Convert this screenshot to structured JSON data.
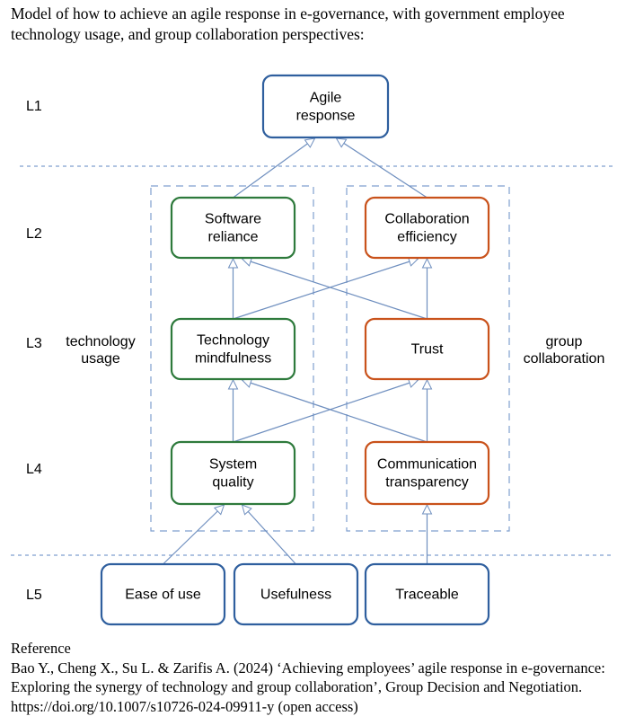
{
  "title": "Model of how to achieve an agile response in e-governance, with government employee technology usage, and group collaboration perspectives:",
  "levels": {
    "l1": "L1",
    "l2": "L2",
    "l3": "L3",
    "l4": "L4",
    "l5": "L5"
  },
  "groups": {
    "technology_usage": [
      "technology",
      "usage"
    ],
    "group_collaboration": [
      "group",
      "collaboration"
    ]
  },
  "nodes": {
    "agile_response": {
      "lines": [
        "Agile",
        "response"
      ],
      "color": "#2f5f9e"
    },
    "software_reliance": {
      "lines": [
        "Software",
        "reliance"
      ],
      "color": "#2e7a3c"
    },
    "collaboration_efficiency": {
      "lines": [
        "Collaboration",
        "efficiency"
      ],
      "color": "#c9521b"
    },
    "technology_mindfulness": {
      "lines": [
        "Technology",
        "mindfulness"
      ],
      "color": "#2e7a3c"
    },
    "trust": {
      "lines": [
        "Trust"
      ],
      "color": "#c9521b"
    },
    "system_quality": {
      "lines": [
        "System",
        "quality"
      ],
      "color": "#2e7a3c"
    },
    "communication_transparency": {
      "lines": [
        "Communication",
        "transparency"
      ],
      "color": "#c9521b"
    },
    "ease_of_use": {
      "lines": [
        "Ease of use"
      ],
      "color": "#2f5f9e"
    },
    "usefulness": {
      "lines": [
        "Usefulness"
      ],
      "color": "#2f5f9e"
    },
    "traceable": {
      "lines": [
        "Traceable"
      ],
      "color": "#2f5f9e"
    }
  },
  "edges": [
    [
      "software_reliance",
      "agile_response"
    ],
    [
      "collaboration_efficiency",
      "agile_response"
    ],
    [
      "technology_mindfulness",
      "software_reliance"
    ],
    [
      "technology_mindfulness",
      "collaboration_efficiency"
    ],
    [
      "trust",
      "software_reliance"
    ],
    [
      "trust",
      "collaboration_efficiency"
    ],
    [
      "system_quality",
      "technology_mindfulness"
    ],
    [
      "system_quality",
      "trust"
    ],
    [
      "communication_transparency",
      "technology_mindfulness"
    ],
    [
      "communication_transparency",
      "trust"
    ],
    [
      "ease_of_use",
      "system_quality"
    ],
    [
      "usefulness",
      "system_quality"
    ],
    [
      "traceable",
      "communication_transparency"
    ]
  ],
  "colors": {
    "edge": "#6f8fbf",
    "dashed": "#7f9fcf",
    "text": "#000000"
  },
  "reference": {
    "heading": "Reference",
    "text": "Bao Y., Cheng X., Su L. & Zarifis A. (2024) ‘Achieving employees’ agile response in e-governance: Exploring the synergy of technology and group collaboration’, Group Decision and Negotiation. https://doi.org/10.1007/s10726-024-09911-y (open access)"
  }
}
